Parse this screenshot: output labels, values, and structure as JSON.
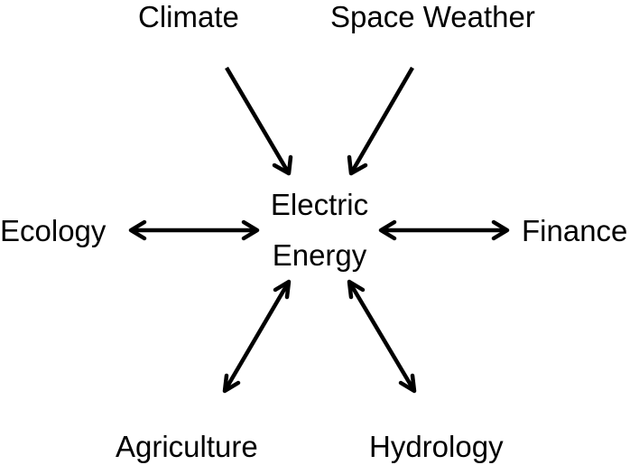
{
  "diagram": {
    "center": {
      "line1": "Electric",
      "line2": "Energy"
    },
    "nodes": {
      "climate": "Climate",
      "space_weather": "Space Weather",
      "ecology": "Ecology",
      "finance": "Finance",
      "agriculture": "Agriculture",
      "hydrology": "Hydrology"
    },
    "arrow_color": "#000000"
  }
}
